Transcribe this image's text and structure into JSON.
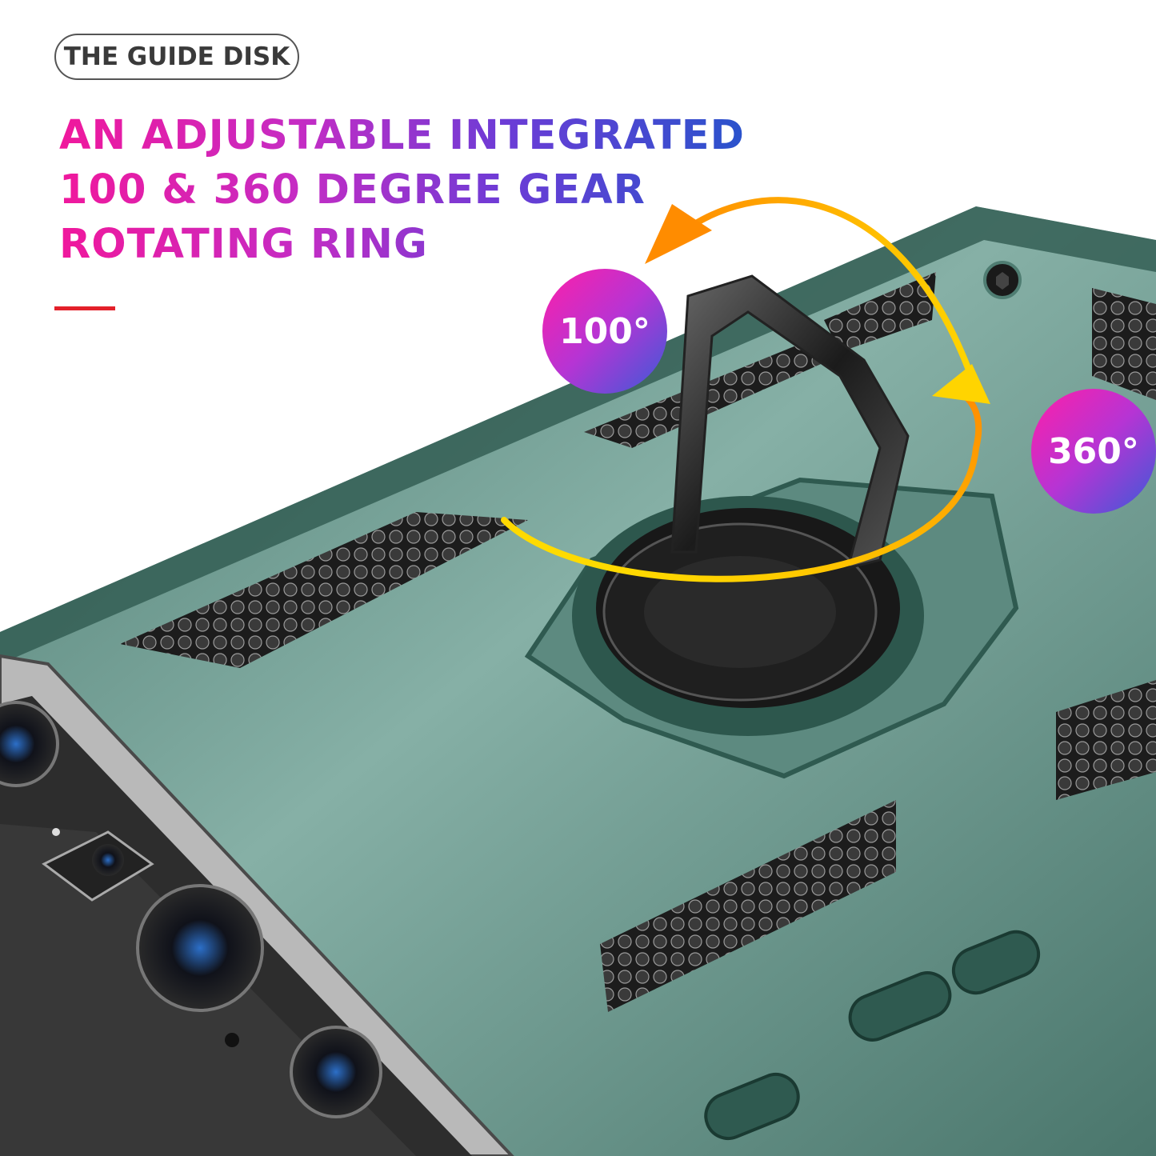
{
  "tag": {
    "label": "THE GUIDE DISK"
  },
  "headline": {
    "line1": "AN ADJUSTABLE INTEGRATED",
    "line2": "100 & 360 DEGREE GEAR",
    "line3": "ROTATING RING"
  },
  "badges": {
    "angle_a": "100°",
    "angle_b": "360°"
  },
  "colors": {
    "case_green": "#6f9a90",
    "case_dark_green": "#2f5a50",
    "accent_red": "#e3202a",
    "arrow_orange": "#ff8c00",
    "arrow_yellow": "#ffe600"
  }
}
